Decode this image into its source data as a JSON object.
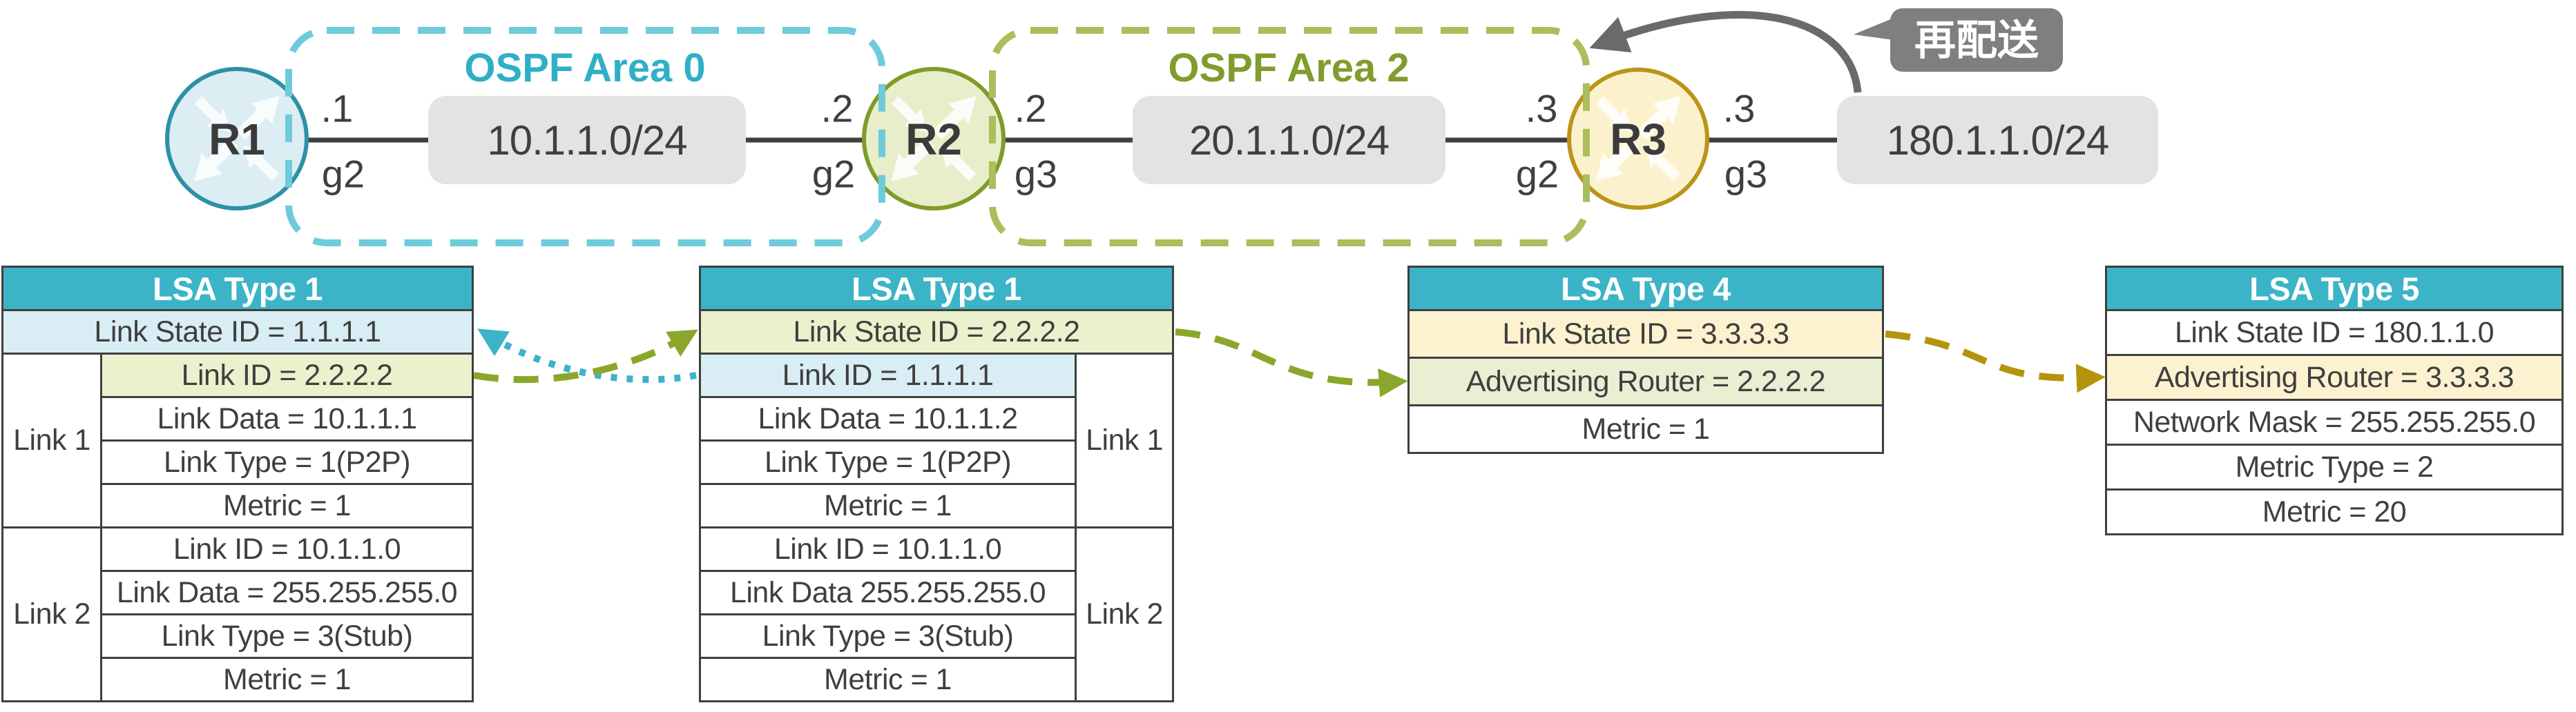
{
  "diagram": {
    "areas": [
      {
        "label": "OSPF Area 0",
        "title_color": "#2fb0c7",
        "border_color": "#6ecbdc"
      },
      {
        "label": "OSPF Area 2",
        "title_color": "#7f9d2d",
        "border_color": "#aabe5c"
      }
    ],
    "routers": [
      {
        "label": "R1",
        "fill": "#dcedf4",
        "stroke": "#2c91a6"
      },
      {
        "label": "R2",
        "fill": "#e8eeca",
        "stroke": "#7f9b28"
      },
      {
        "label": "R3",
        "fill": "#fbf2cd",
        "stroke": "#bb9418"
      }
    ],
    "links": [
      {
        "network": "10.1.1.0/24",
        "left_addr": ".1",
        "left_if": "g2",
        "right_addr": ".2",
        "right_if": "g2"
      },
      {
        "network": "20.1.1.0/24",
        "left_addr": ".2",
        "left_if": "g3",
        "right_addr": ".3",
        "right_if": "g2"
      },
      {
        "network": "180.1.1.0/24",
        "left_addr": ".3",
        "left_if": "g3"
      }
    ],
    "redistribute_label": "再配送",
    "line_color": "#3f3f3f",
    "redistribute_arrow_color": "#6a6a6a",
    "bubble_bg": "#7f7f7f",
    "bubble_text_color": "#ffffff",
    "router_label_color": "#3b3b3b"
  },
  "colors": {
    "header_bg": "#3cb4c7",
    "header_text": "#ffffff",
    "cell_text": "#3f3f3f",
    "grid": "#3f3f3f",
    "row_blue": "#d9edf5",
    "row_green": "#ecf1cd",
    "row_cream": "#fdf2cf",
    "row_advgreen": "#e8efd3"
  },
  "tables": [
    {
      "title": "LSA Type 1",
      "label_side": "left",
      "rows": [
        {
          "text": "Link State ID = 1.1.1.1",
          "bg": "#d9edf5",
          "full": true
        },
        {
          "text": "Link ID = 2.2.2.2",
          "bg": "#ecf1cd"
        },
        {
          "text": "Link Data = 10.1.1.1"
        },
        {
          "text": "Link Type = 1(P2P)"
        },
        {
          "text": "Metric = 1"
        },
        {
          "text": "Link ID = 10.1.1.0"
        },
        {
          "text": "Link Data = 255.255.255.0"
        },
        {
          "text": "Link Type = 3(Stub)"
        },
        {
          "text": "Metric = 1"
        }
      ],
      "side_labels": [
        {
          "text": "Link 1",
          "from": 1,
          "span": 4
        },
        {
          "text": "Link 2",
          "from": 5,
          "span": 4
        }
      ]
    },
    {
      "title": "LSA Type 1",
      "label_side": "right",
      "rows": [
        {
          "text": "Link State ID = 2.2.2.2",
          "bg": "#ecf1cd",
          "full": true
        },
        {
          "text": "Link ID = 1.1.1.1",
          "bg": "#d9edf5"
        },
        {
          "text": "Link Data = 10.1.1.2"
        },
        {
          "text": "Link Type = 1(P2P)"
        },
        {
          "text": "Metric = 1"
        },
        {
          "text": "Link ID = 10.1.1.0"
        },
        {
          "text": "Link Data 255.255.255.0"
        },
        {
          "text": "Link Type = 3(Stub)"
        },
        {
          "text": "Metric = 1"
        }
      ],
      "side_labels": [
        {
          "text": "Link 1",
          "from": 1,
          "span": 4
        },
        {
          "text": "Link 2",
          "from": 5,
          "span": 4
        }
      ]
    },
    {
      "title": "LSA Type 4",
      "label_side": null,
      "rows": [
        {
          "text": "Link State ID = 3.3.3.3",
          "bg": "#fdf2cf",
          "full": true
        },
        {
          "text": "Advertising Router = 2.2.2.2",
          "bg": "#e8efd3"
        },
        {
          "text": "Metric = 1"
        }
      ]
    },
    {
      "title": "LSA Type 5",
      "label_side": null,
      "rows": [
        {
          "text": "Link State ID = 180.1.1.0",
          "full": true
        },
        {
          "text": "Advertising Router = 3.3.3.3",
          "bg": "#fdf2cf"
        },
        {
          "text": "Network Mask = 255.255.255.0"
        },
        {
          "text": "Metric Type = 2"
        },
        {
          "text": "Metric = 20"
        }
      ]
    }
  ],
  "table_arrows": [
    {
      "name": "r2-linkid-to-r1-linkstateid",
      "color": "#3db3c9",
      "style": "dotted"
    },
    {
      "name": "r1-linkid-to-r2-linkstateid",
      "color": "#8ba72b",
      "style": "dashed"
    },
    {
      "name": "r2-linkstateid-to-lsa4-advrouter",
      "color": "#8ba72b",
      "style": "dashed"
    },
    {
      "name": "lsa4-linkstateid-to-lsa5-advrouter",
      "color": "#b4940b",
      "style": "dashed"
    }
  ]
}
